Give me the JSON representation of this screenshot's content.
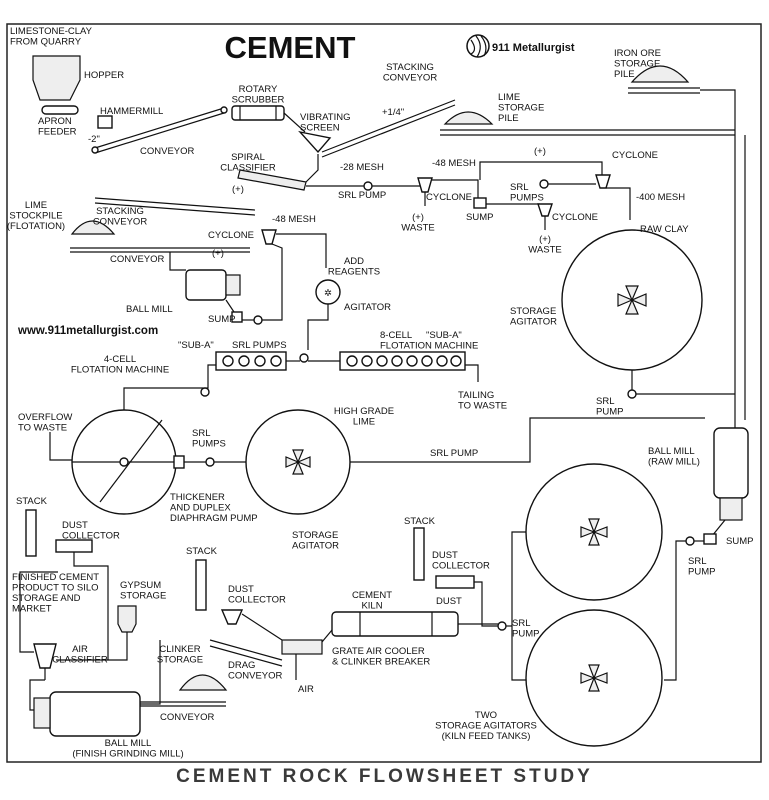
{
  "title": "CEMENT",
  "brand": "911 Metallurgist",
  "website": "www.911metallurgist.com",
  "caption": "CEMENT ROCK FLOWSHEET STUDY",
  "labels": {
    "limestone_clay": [
      "LIMESTONE-CLAY",
      "FROM QUARRY"
    ],
    "hopper": "HOPPER",
    "apron_feeder": [
      "APRON",
      "FEEDER"
    ],
    "hammermill": "HAMMERMILL",
    "minus2": "-2\"",
    "conveyor1": "CONVEYOR",
    "rotary_scrubber": [
      "ROTARY",
      "SCRUBBER"
    ],
    "vibrating_screen": [
      "VIBRATING",
      "SCREEN"
    ],
    "quarter_inch": "+1/4\"",
    "stacking_conveyor_top": [
      "STACKING",
      "CONVEYOR"
    ],
    "iron_ore": [
      "IRON ORE",
      "STORAGE",
      "PILE"
    ],
    "lime_storage": [
      "LIME",
      "STORAGE",
      "PILE"
    ],
    "spiral_classifier": [
      "SPIRAL",
      "CLASSIFIER"
    ],
    "plus_1": "(+)",
    "minus28": "-28 MESH",
    "srl_pump_a": "SRL PUMP",
    "minus48_a": "-48 MESH",
    "cyclone_a": "CYCLONE",
    "waste_a": [
      "(+)",
      "WASTE"
    ],
    "sump_a": "SUMP",
    "srl_pumps_a": [
      "SRL",
      "PUMPS"
    ],
    "cyclone_b": "CYCLONE",
    "cyclone_c": "CYCLONE",
    "plus_2": "(+)",
    "waste_b": [
      "(+)",
      "WASTE"
    ],
    "minus400": "-400 MESH",
    "raw_clay": "RAW CLAY",
    "lime_stockpile": [
      "LIME",
      "STOCKPILE",
      "(FLOTATION)"
    ],
    "stacking_conveyor_mid": [
      "STACKING",
      "CONVEYOR"
    ],
    "conveyor2": "CONVEYOR",
    "cyclone_d": "CYCLONE",
    "minus48_b": "-48 MESH",
    "plus_3": "(+)",
    "add_reagents": [
      "ADD",
      "REAGENTS"
    ],
    "agitator": "AGITATOR",
    "ball_mill_1": "BALL MILL",
    "sump_b": "SUMP",
    "storage_agitator_1": [
      "STORAGE",
      "AGITATOR"
    ],
    "flot4": [
      "4-CELL",
      "FLOTATION MACHINE"
    ],
    "srl_pumps_b": "SRL PUMPS",
    "sub_a_1": "\"SUB-A\"",
    "flot8": [
      "8-CELL",
      "FLOTATION MACHINE"
    ],
    "sub_a_2": "\"SUB-A\"",
    "tailing": [
      "TAILING",
      "TO WASTE"
    ],
    "srl_pump_b": [
      "SRL",
      "PUMP"
    ],
    "overflow": [
      "OVERFLOW",
      "TO WASTE"
    ],
    "srl_pumps_c": [
      "SRL",
      "PUMPS"
    ],
    "high_grade_lime": [
      "HIGH GRADE",
      "LIME"
    ],
    "srl_pump_c": "SRL PUMP",
    "ball_mill_raw": [
      "BALL MILL",
      "(RAW MILL)"
    ],
    "thickener": [
      "THICKENER",
      "AND DUPLEX",
      "DIAPHRAGM PUMP"
    ],
    "storage_agitator_2": [
      "STORAGE",
      "AGITATOR"
    ],
    "stack_1": "STACK",
    "dust_collector_1": [
      "DUST",
      "COLLECTOR"
    ],
    "finished_cement": [
      "FINISHED CEMENT",
      "PRODUCT TO SILO",
      "STORAGE AND",
      "MARKET"
    ],
    "gypsum": [
      "GYPSUM",
      "STORAGE"
    ],
    "stack_2": "STACK",
    "dust_collector_2": [
      "DUST",
      "COLLECTOR"
    ],
    "stack_3": "STACK",
    "dust_collector_3": [
      "DUST",
      "COLLECTOR"
    ],
    "dust": "DUST",
    "cement_kiln": [
      "CEMENT",
      "KILN"
    ],
    "srl_pump_d": [
      "SRL",
      "PUMP"
    ],
    "sump_c": "SUMP",
    "srl_pump_e": [
      "SRL",
      "PUMP"
    ],
    "air_classifier": [
      "AIR",
      "CLASSIFIER"
    ],
    "clinker_storage": [
      "CLINKER",
      "STORAGE"
    ],
    "drag_conveyor": [
      "DRAG",
      "CONVEYOR"
    ],
    "grate_cooler": [
      "GRATE AIR COOLER",
      "& CLINKER BREAKER"
    ],
    "air": "AIR",
    "conveyor3": "CONVEYOR",
    "ball_mill_finish": [
      "BALL MILL",
      "(FINISH GRINDING MILL)"
    ],
    "two_storage": [
      "TWO",
      "STORAGE AGITATORS",
      "(KILN FEED TANKS)"
    ]
  }
}
